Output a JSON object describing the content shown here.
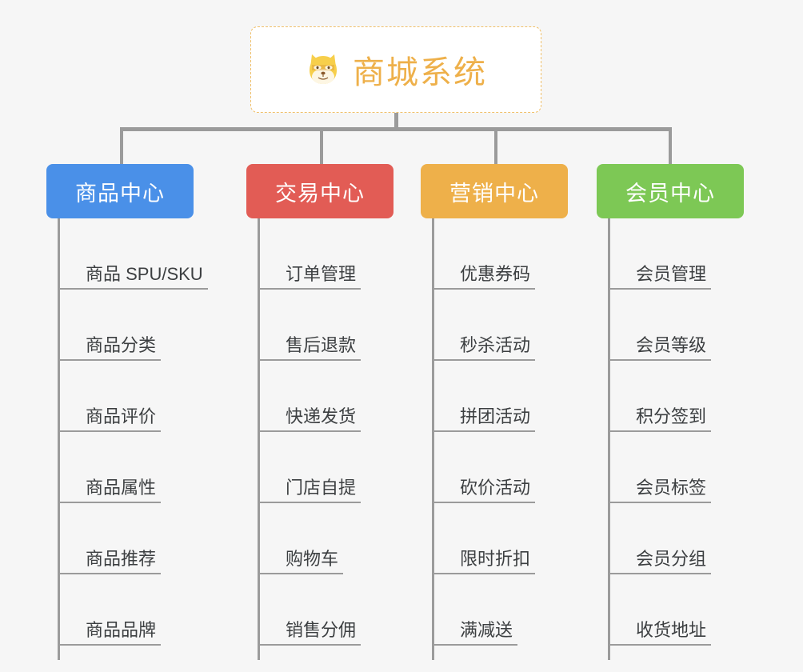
{
  "page": {
    "background_color": "#f6f6f6",
    "line_color": "#9b9b9b",
    "text_color": "#3c3f41"
  },
  "root": {
    "icon": "shiba-dog-emoji",
    "icon_glyph": "🐶",
    "title": "商城系统",
    "title_color": "#eeb04a",
    "border_color": "#f0c06a",
    "border_style": "dashed",
    "background_color": "#ffffff"
  },
  "categories": [
    {
      "label": "商品中心",
      "color": "#4a90e8",
      "items": [
        "商品 SPU/SKU",
        "商品分类",
        "商品评价",
        "商品属性",
        "商品推荐",
        "商品品牌"
      ]
    },
    {
      "label": "交易中心",
      "color": "#e25c55",
      "items": [
        "订单管理",
        "售后退款",
        "快递发货",
        "门店自提",
        "购物车",
        "销售分佣"
      ]
    },
    {
      "label": "营销中心",
      "color": "#eeb04a",
      "items": [
        "优惠券码",
        "秒杀活动",
        "拼团活动",
        "砍价活动",
        "限时折扣",
        "满减送"
      ]
    },
    {
      "label": "会员中心",
      "color": "#7dc855",
      "items": [
        "会员管理",
        "会员等级",
        "积分签到",
        "会员标签",
        "会员分组",
        "收货地址"
      ]
    }
  ]
}
